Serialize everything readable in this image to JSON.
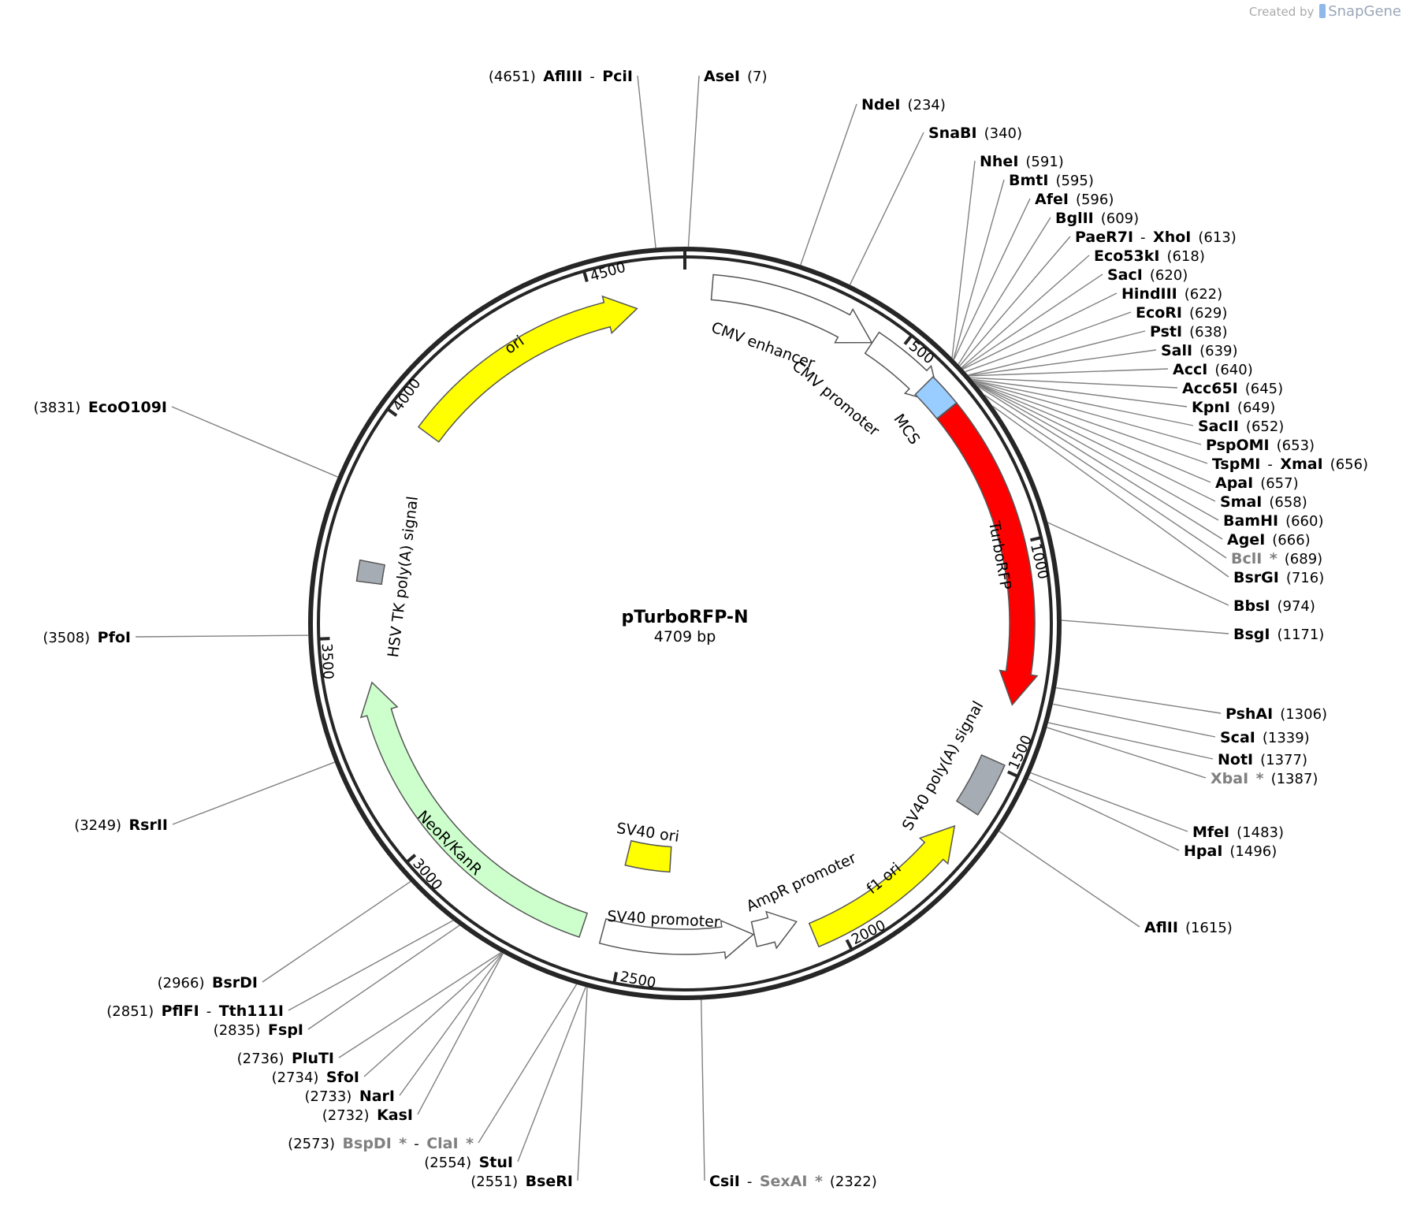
{
  "credit": {
    "prefix": "Created by",
    "brand": "SnapGene"
  },
  "plasmid": {
    "name": "pTurboRFP-N",
    "size_label": "4709 bp",
    "length": 4709
  },
  "ticks": [
    {
      "pos": 500,
      "label": "500"
    },
    {
      "pos": 1000,
      "label": "1000"
    },
    {
      "pos": 1500,
      "label": "1500"
    },
    {
      "pos": 2000,
      "label": "2000"
    },
    {
      "pos": 2500,
      "label": "2500"
    },
    {
      "pos": 3000,
      "label": "3000"
    },
    {
      "pos": 3500,
      "label": "3500"
    },
    {
      "pos": 4000,
      "label": "4000"
    },
    {
      "pos": 4500,
      "label": "4500"
    }
  ],
  "features": [
    {
      "name": "CMV enhancer",
      "start": 61,
      "end": 440,
      "dir": 1,
      "color": "#ffffff"
    },
    {
      "name": "CMV promoter",
      "start": 441,
      "end": 644,
      "dir": 1,
      "color": "#ffffff"
    },
    {
      "name": "MCS",
      "start": 591,
      "end": 666,
      "dir": 0,
      "color": "#99ccff"
    },
    {
      "name": "TurboRFP",
      "start": 667,
      "end": 1360,
      "dir": 1,
      "color": "#ff0000"
    },
    {
      "name": "SV40 poly(A) signal",
      "start": 1490,
      "end": 1611,
      "dir": 0,
      "color": "#a6acb3"
    },
    {
      "name": "f1 ori",
      "start": 1660,
      "end": 2060,
      "dir": -1,
      "color": "#ffff00"
    },
    {
      "name": "AmpR promoter",
      "start": 2086,
      "end": 2190,
      "dir": -1,
      "color": "#ffffff"
    },
    {
      "name": "SV40 promoter",
      "start": 2192,
      "end": 2550,
      "dir": -1,
      "color": "#ffffff"
    },
    {
      "name": "SV40 ori",
      "start": 2400,
      "end": 2536,
      "dir": 0,
      "color": "#ffff00"
    },
    {
      "name": "NeoR/KanR",
      "start": 2598,
      "end": 3392,
      "dir": 1,
      "color": "#ccffcc"
    },
    {
      "name": "HSV TK poly(A) signal",
      "start": 3628,
      "end": 3676,
      "dir": 0,
      "color": "#a6acb3"
    },
    {
      "name": "ori",
      "start": 4008,
      "end": 4596,
      "dir": 1,
      "color": "#ffff00"
    }
  ],
  "enzymes": [
    {
      "parts": [
        {
          "t": "(4651)",
          "k": "p"
        },
        {
          "t": "AflIII",
          "k": "n"
        },
        {
          "t": "-",
          "k": "d"
        },
        {
          "t": "PciI",
          "k": "n"
        }
      ]
    },
    {
      "parts": [
        {
          "t": "AseI",
          "k": "n"
        },
        {
          "t": "(7)",
          "k": "p"
        }
      ]
    },
    {
      "parts": [
        {
          "t": "NdeI",
          "k": "n"
        },
        {
          "t": "(234)",
          "k": "p"
        }
      ]
    },
    {
      "parts": [
        {
          "t": "SnaBI",
          "k": "n"
        },
        {
          "t": "(340)",
          "k": "p"
        }
      ]
    },
    {
      "parts": [
        {
          "t": "NheI",
          "k": "n"
        },
        {
          "t": "(591)",
          "k": "p"
        }
      ]
    },
    {
      "parts": [
        {
          "t": "BmtI",
          "k": "n"
        },
        {
          "t": "(595)",
          "k": "p"
        }
      ]
    },
    {
      "parts": [
        {
          "t": "AfeI",
          "k": "n"
        },
        {
          "t": "(596)",
          "k": "p"
        }
      ]
    },
    {
      "parts": [
        {
          "t": "BglII",
          "k": "n"
        },
        {
          "t": "(609)",
          "k": "p"
        }
      ]
    },
    {
      "parts": [
        {
          "t": "PaeR7I",
          "k": "n"
        },
        {
          "t": "-",
          "k": "d"
        },
        {
          "t": "XhoI",
          "k": "n"
        },
        {
          "t": "(613)",
          "k": "p"
        }
      ]
    },
    {
      "parts": [
        {
          "t": "Eco53kI",
          "k": "n"
        },
        {
          "t": "(618)",
          "k": "p"
        }
      ]
    },
    {
      "parts": [
        {
          "t": "SacI",
          "k": "n"
        },
        {
          "t": "(620)",
          "k": "p"
        }
      ]
    },
    {
      "parts": [
        {
          "t": "HindIII",
          "k": "n"
        },
        {
          "t": "(622)",
          "k": "p"
        }
      ]
    },
    {
      "parts": [
        {
          "t": "EcoRI",
          "k": "n"
        },
        {
          "t": "(629)",
          "k": "p"
        }
      ]
    },
    {
      "parts": [
        {
          "t": "PstI",
          "k": "n"
        },
        {
          "t": "(638)",
          "k": "p"
        }
      ]
    },
    {
      "parts": [
        {
          "t": "SalI",
          "k": "n"
        },
        {
          "t": "(639)",
          "k": "p"
        }
      ]
    },
    {
      "parts": [
        {
          "t": "AccI",
          "k": "n"
        },
        {
          "t": "(640)",
          "k": "p"
        }
      ]
    },
    {
      "parts": [
        {
          "t": "Acc65I",
          "k": "n"
        },
        {
          "t": "(645)",
          "k": "p"
        }
      ]
    },
    {
      "parts": [
        {
          "t": "KpnI",
          "k": "n"
        },
        {
          "t": "(649)",
          "k": "p"
        }
      ]
    },
    {
      "parts": [
        {
          "t": "SacII",
          "k": "n"
        },
        {
          "t": "(652)",
          "k": "p"
        }
      ]
    },
    {
      "parts": [
        {
          "t": "PspOMI",
          "k": "n"
        },
        {
          "t": "(653)",
          "k": "p"
        }
      ]
    },
    {
      "parts": [
        {
          "t": "TspMI",
          "k": "n"
        },
        {
          "t": "-",
          "k": "d"
        },
        {
          "t": "XmaI",
          "k": "n"
        },
        {
          "t": "(656)",
          "k": "p"
        }
      ]
    },
    {
      "parts": [
        {
          "t": "ApaI",
          "k": "n"
        },
        {
          "t": "(657)",
          "k": "p"
        }
      ]
    },
    {
      "parts": [
        {
          "t": "SmaI",
          "k": "n"
        },
        {
          "t": "(658)",
          "k": "p"
        }
      ]
    },
    {
      "parts": [
        {
          "t": "BamHI",
          "k": "n"
        },
        {
          "t": "(660)",
          "k": "p"
        }
      ]
    },
    {
      "parts": [
        {
          "t": "AgeI",
          "k": "n"
        },
        {
          "t": "(666)",
          "k": "p"
        }
      ]
    },
    {
      "parts": [
        {
          "t": "BclI",
          "k": "g"
        },
        {
          "t": "*",
          "k": "a"
        },
        {
          "t": "(689)",
          "k": "p"
        }
      ]
    },
    {
      "parts": [
        {
          "t": "BsrGI",
          "k": "n"
        },
        {
          "t": "(716)",
          "k": "p"
        }
      ]
    },
    {
      "parts": [
        {
          "t": "BbsI",
          "k": "n"
        },
        {
          "t": "(974)",
          "k": "p"
        }
      ]
    },
    {
      "parts": [
        {
          "t": "BsgI",
          "k": "n"
        },
        {
          "t": "(1171)",
          "k": "p"
        }
      ]
    },
    {
      "parts": [
        {
          "t": "PshAI",
          "k": "n"
        },
        {
          "t": "(1306)",
          "k": "p"
        }
      ]
    },
    {
      "parts": [
        {
          "t": "ScaI",
          "k": "n"
        },
        {
          "t": "(1339)",
          "k": "p"
        }
      ]
    },
    {
      "parts": [
        {
          "t": "NotI",
          "k": "n"
        },
        {
          "t": "(1377)",
          "k": "p"
        }
      ]
    },
    {
      "parts": [
        {
          "t": "XbaI",
          "k": "g"
        },
        {
          "t": "*",
          "k": "a"
        },
        {
          "t": "(1387)",
          "k": "p"
        }
      ]
    },
    {
      "parts": [
        {
          "t": "MfeI",
          "k": "n"
        },
        {
          "t": "(1483)",
          "k": "p"
        }
      ]
    },
    {
      "parts": [
        {
          "t": "HpaI",
          "k": "n"
        },
        {
          "t": "(1496)",
          "k": "p"
        }
      ]
    },
    {
      "parts": [
        {
          "t": "AflII",
          "k": "n"
        },
        {
          "t": "(1615)",
          "k": "p"
        }
      ]
    },
    {
      "parts": [
        {
          "t": "CsiI",
          "k": "n"
        },
        {
          "t": "-",
          "k": "d"
        },
        {
          "t": "SexAI",
          "k": "g"
        },
        {
          "t": "*",
          "k": "a"
        },
        {
          "t": "(2322)",
          "k": "p"
        }
      ]
    },
    {
      "parts": [
        {
          "t": "(2551)",
          "k": "p"
        },
        {
          "t": "BseRI",
          "k": "n"
        }
      ]
    },
    {
      "parts": [
        {
          "t": "(2554)",
          "k": "p"
        },
        {
          "t": "StuI",
          "k": "n"
        }
      ]
    },
    {
      "parts": [
        {
          "t": "(2573)",
          "k": "p"
        },
        {
          "t": "BspDI",
          "k": "g"
        },
        {
          "t": "*",
          "k": "a"
        },
        {
          "t": "-",
          "k": "d"
        },
        {
          "t": "ClaI",
          "k": "g"
        },
        {
          "t": "*",
          "k": "a"
        }
      ]
    },
    {
      "parts": [
        {
          "t": "(2732)",
          "k": "p"
        },
        {
          "t": "KasI",
          "k": "n"
        }
      ]
    },
    {
      "parts": [
        {
          "t": "(2733)",
          "k": "p"
        },
        {
          "t": "NarI",
          "k": "n"
        }
      ]
    },
    {
      "parts": [
        {
          "t": "(2734)",
          "k": "p"
        },
        {
          "t": "SfoI",
          "k": "n"
        }
      ]
    },
    {
      "parts": [
        {
          "t": "(2736)",
          "k": "p"
        },
        {
          "t": "PluTI",
          "k": "n"
        }
      ]
    },
    {
      "parts": [
        {
          "t": "(2835)",
          "k": "p"
        },
        {
          "t": "FspI",
          "k": "n"
        }
      ]
    },
    {
      "parts": [
        {
          "t": "(2851)",
          "k": "p"
        },
        {
          "t": "PflFI",
          "k": "n"
        },
        {
          "t": "-",
          "k": "d"
        },
        {
          "t": "Tth111I",
          "k": "n"
        }
      ]
    },
    {
      "parts": [
        {
          "t": "(2966)",
          "k": "p"
        },
        {
          "t": "BsrDI",
          "k": "n"
        }
      ]
    },
    {
      "parts": [
        {
          "t": "(3249)",
          "k": "p"
        },
        {
          "t": "RsrII",
          "k": "n"
        }
      ]
    },
    {
      "parts": [
        {
          "t": "(3508)",
          "k": "p"
        },
        {
          "t": "PfoI",
          "k": "n"
        }
      ]
    },
    {
      "parts": [
        {
          "t": "(3831)",
          "k": "p"
        },
        {
          "t": "EcoO109I",
          "k": "n"
        }
      ]
    }
  ]
}
